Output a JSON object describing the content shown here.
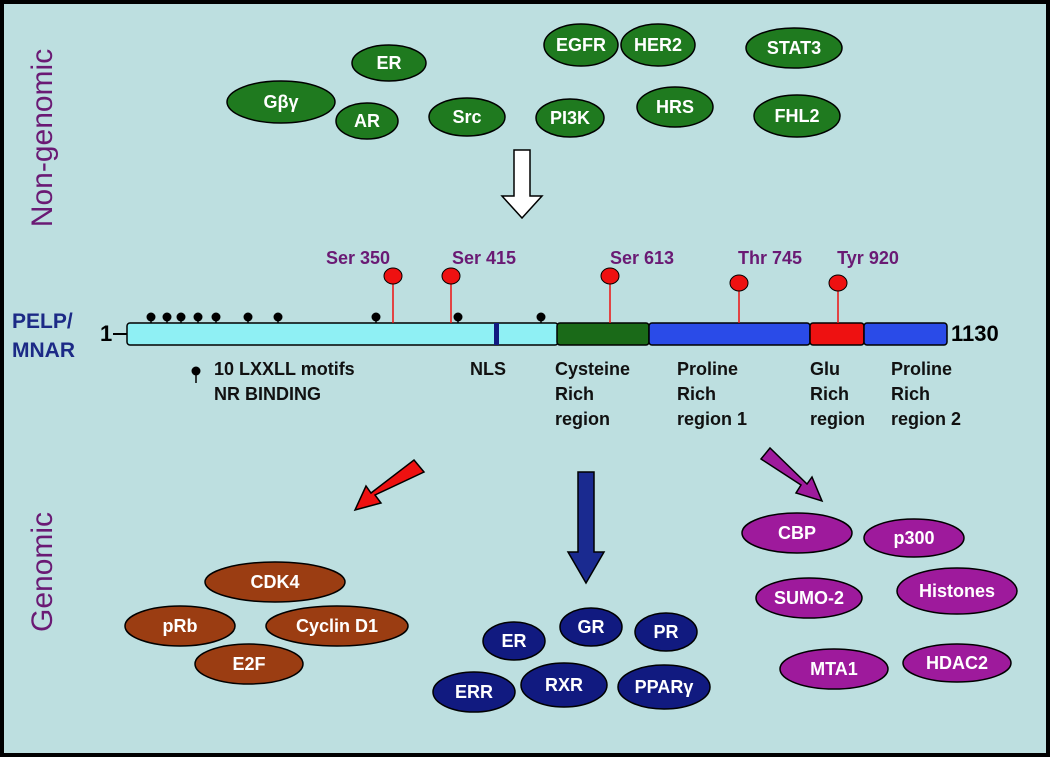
{
  "side_labels": {
    "non_genomic": "Non-genomic",
    "genomic": "Genomic"
  },
  "protein": {
    "name_line1": "PELP/",
    "name_line2": "MNAR",
    "start": "1",
    "end": "1130",
    "length": 1130
  },
  "phospho_sites": [
    {
      "label": "Ser 350"
    },
    {
      "label": "Ser 415"
    },
    {
      "label": "Ser 613"
    },
    {
      "label": "Thr 745"
    },
    {
      "label": "Tyr 920"
    }
  ],
  "region_labels": {
    "lxxll_line1": "10 LXXLL motifs",
    "lxxll_line2": "NR BINDING",
    "nls": "NLS",
    "cys": [
      "Cysteine",
      "Rich",
      "region"
    ],
    "pro1": [
      "Proline",
      "Rich",
      "region 1"
    ],
    "glu": [
      "Glu",
      "Rich",
      "region"
    ],
    "pro2": [
      "Proline",
      "Rich",
      "region 2"
    ]
  },
  "nongenomic_partners": [
    {
      "label": "Gβγ"
    },
    {
      "label": "ER"
    },
    {
      "label": "AR"
    },
    {
      "label": "Src"
    },
    {
      "label": "EGFR"
    },
    {
      "label": "HER2"
    },
    {
      "label": "PI3K"
    },
    {
      "label": "HRS"
    },
    {
      "label": "STAT3"
    },
    {
      "label": "FHL2"
    }
  ],
  "cell_cycle_partners": [
    {
      "label": "CDK4"
    },
    {
      "label": "pRb"
    },
    {
      "label": "Cyclin D1"
    },
    {
      "label": "E2F"
    }
  ],
  "nuclear_receptor_partners": [
    {
      "label": "ER"
    },
    {
      "label": "GR"
    },
    {
      "label": "PR"
    },
    {
      "label": "ERR"
    },
    {
      "label": "RXR"
    },
    {
      "label": "PPARγ"
    }
  ],
  "coregulator_partners": [
    {
      "label": "CBP"
    },
    {
      "label": "p300"
    },
    {
      "label": "SUMO-2"
    },
    {
      "label": "Histones"
    },
    {
      "label": "MTA1"
    },
    {
      "label": "HDAC2"
    }
  ],
  "colors": {
    "background": "#bddfe0",
    "border": "#000000",
    "nongenomic_node": "#1f7a1f",
    "cell_cycle_node": "#9b3d12",
    "nuclear_receptor_node": "#111a80",
    "coregulator_node": "#9e1a9c",
    "domain_lxxll": "#8ff0f4",
    "domain_cys": "#1a6a18",
    "domain_pro": "#2a4be8",
    "domain_glu": "#ee1111",
    "phospho": "#ee1111",
    "arrow_red": "#ee1111",
    "arrow_blue": "#1a2a90",
    "arrow_purple": "#9e1a9c"
  }
}
